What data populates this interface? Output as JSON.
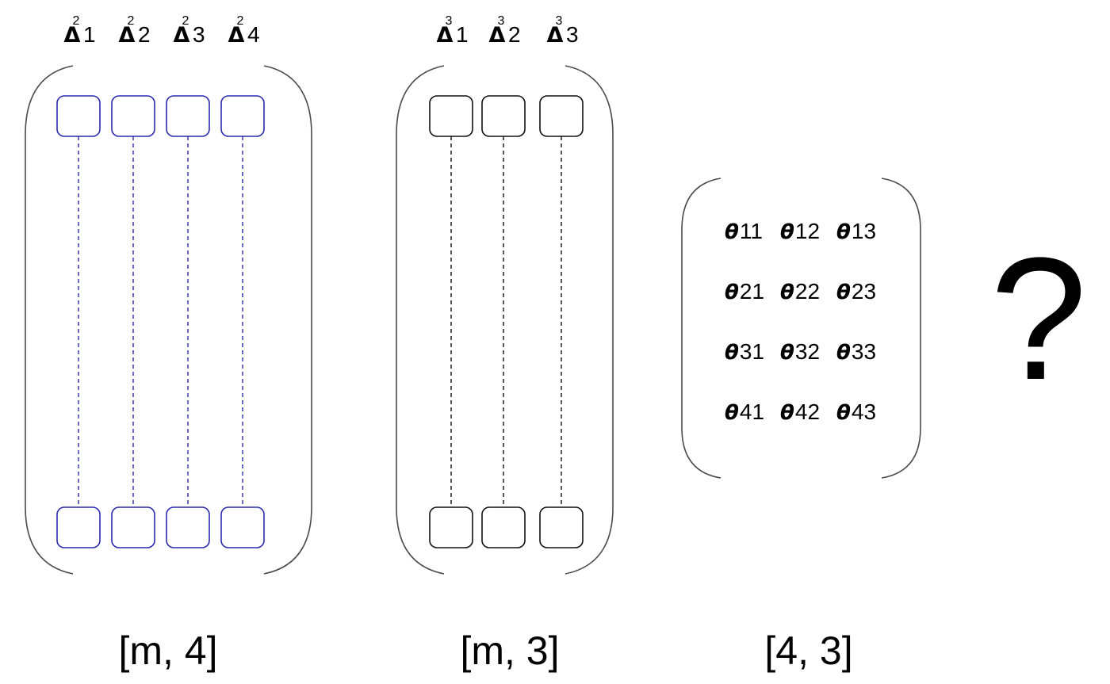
{
  "matrix_delta2": {
    "headers": [
      {
        "symbol": "Δ",
        "superscript": "2",
        "index": "1"
      },
      {
        "symbol": "Δ",
        "superscript": "2",
        "index": "2"
      },
      {
        "symbol": "Δ",
        "superscript": "2",
        "index": "3"
      },
      {
        "symbol": "Δ",
        "superscript": "2",
        "index": "4"
      }
    ],
    "shape_label": "[m, 4]",
    "color": "#2b2bb0"
  },
  "matrix_delta3": {
    "headers": [
      {
        "symbol": "Δ",
        "superscript": "3",
        "index": "1"
      },
      {
        "symbol": "Δ",
        "superscript": "3",
        "index": "2"
      },
      {
        "symbol": "Δ",
        "superscript": "3",
        "index": "3"
      }
    ],
    "shape_label": "[m, 3]",
    "color": "#111111"
  },
  "matrix_theta": {
    "symbol": "θ",
    "rows": [
      [
        "11",
        "12",
        "13"
      ],
      [
        "21",
        "22",
        "23"
      ],
      [
        "31",
        "32",
        "33"
      ],
      [
        "41",
        "42",
        "43"
      ]
    ],
    "shape_label": "[4, 3]"
  },
  "question_mark": "?"
}
